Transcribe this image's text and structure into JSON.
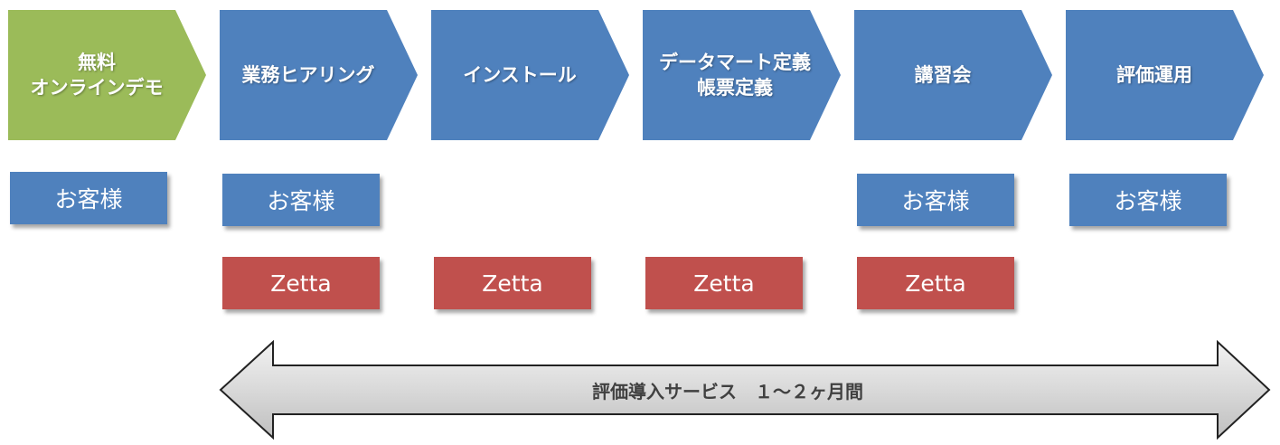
{
  "steps": [
    {
      "line1": "無料",
      "line2": "オンラインデモ",
      "color": "#9bbb59"
    },
    {
      "line1": "業務ヒアリング",
      "line2": "",
      "color": "#4f81bd"
    },
    {
      "line1": "インストール",
      "line2": "",
      "color": "#4f81bd"
    },
    {
      "line1": "データマート定義",
      "line2": "帳票定義",
      "color": "#4f81bd"
    },
    {
      "line1": "講習会",
      "line2": "",
      "color": "#4f81bd"
    },
    {
      "line1": "評価運用",
      "line2": "",
      "color": "#4f81bd"
    }
  ],
  "customer_label": "お客様",
  "zetta_label": "Zetta",
  "participation": {
    "customer": [
      true,
      true,
      false,
      false,
      true,
      true
    ],
    "zetta": [
      false,
      true,
      true,
      true,
      true,
      false
    ]
  },
  "duration_label": "評価導入サービス　１～２ヶ月間",
  "colors": {
    "customer_box": "#4f81bd",
    "zetta_box": "#c0504d",
    "demo_step": "#9bbb59",
    "process_step": "#4f81bd",
    "arrow_fill": "#d9d9d9"
  }
}
